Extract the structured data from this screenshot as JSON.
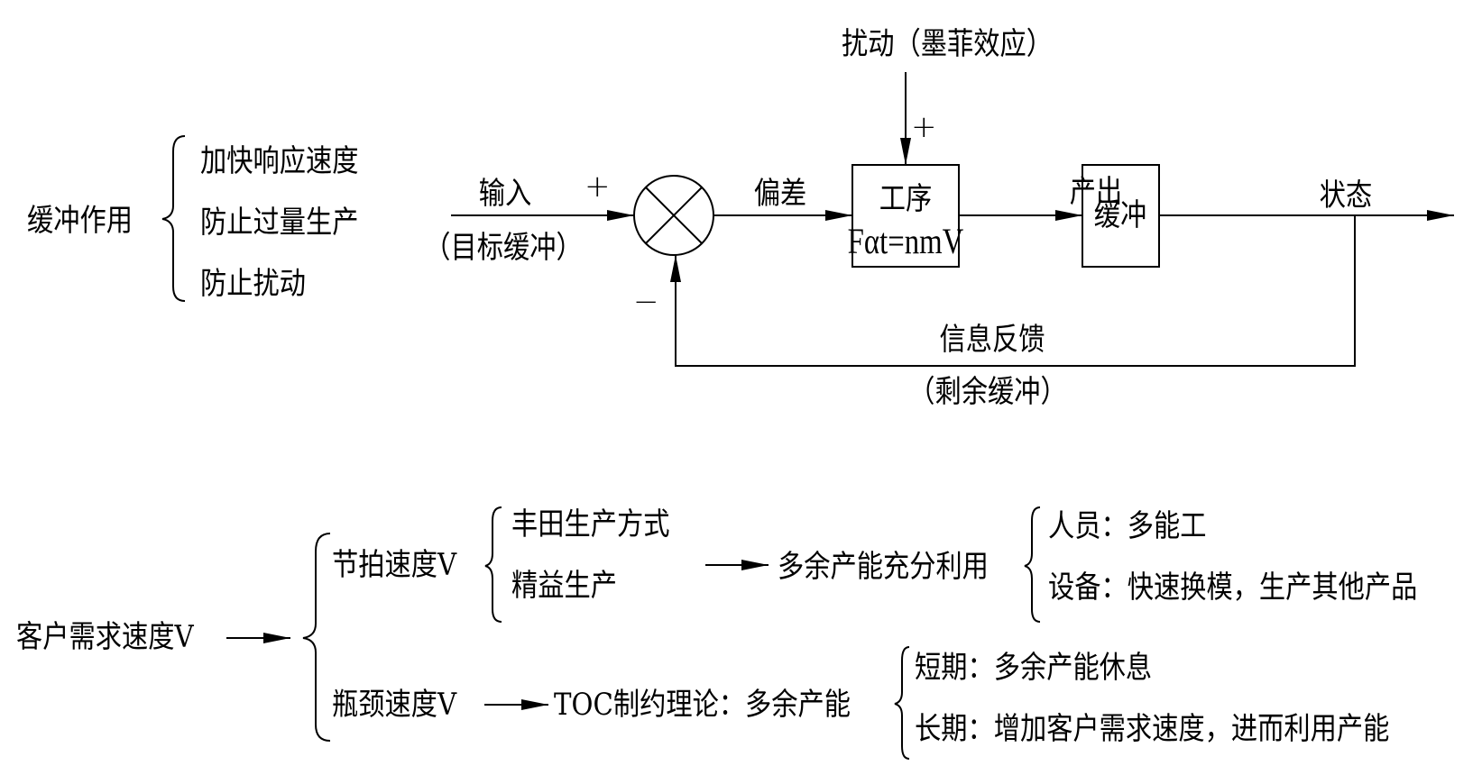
{
  "buffer_roles": {
    "title": "缓冲作用",
    "items": [
      "加快响应速度",
      "防止过量生产",
      "防止扰动"
    ]
  },
  "control_loop": {
    "input_label": "输入",
    "input_sublabel": "（目标缓冲）",
    "input_sign": "+",
    "deviation_label": "偏差",
    "disturbance_label": "扰动（墨菲效应）",
    "disturbance_sign": "+",
    "process_block": {
      "title": "工序",
      "formula": "Fαt=nmV"
    },
    "output_label": "产出",
    "buffer_block": {
      "title": "缓冲"
    },
    "state_label": "状态",
    "feedback_label": "信息反馈",
    "feedback_sublabel": "（剩余缓冲）",
    "feedback_sign": "−"
  },
  "speed_tree": {
    "root": "客户需求速度V",
    "branches": [
      {
        "label": "节拍速度V",
        "methods": [
          "丰田生产方式",
          "精益生产"
        ],
        "result": "多余产能充分利用",
        "details": [
          "人员：多能工",
          "设备：快速换模，生产其他产品"
        ]
      },
      {
        "label": "瓶颈速度V",
        "result": "TOC制约理论：多余产能",
        "details": [
          "短期：多余产能休息",
          "长期：增加客户需求速度，进而利用产能"
        ]
      }
    ]
  }
}
